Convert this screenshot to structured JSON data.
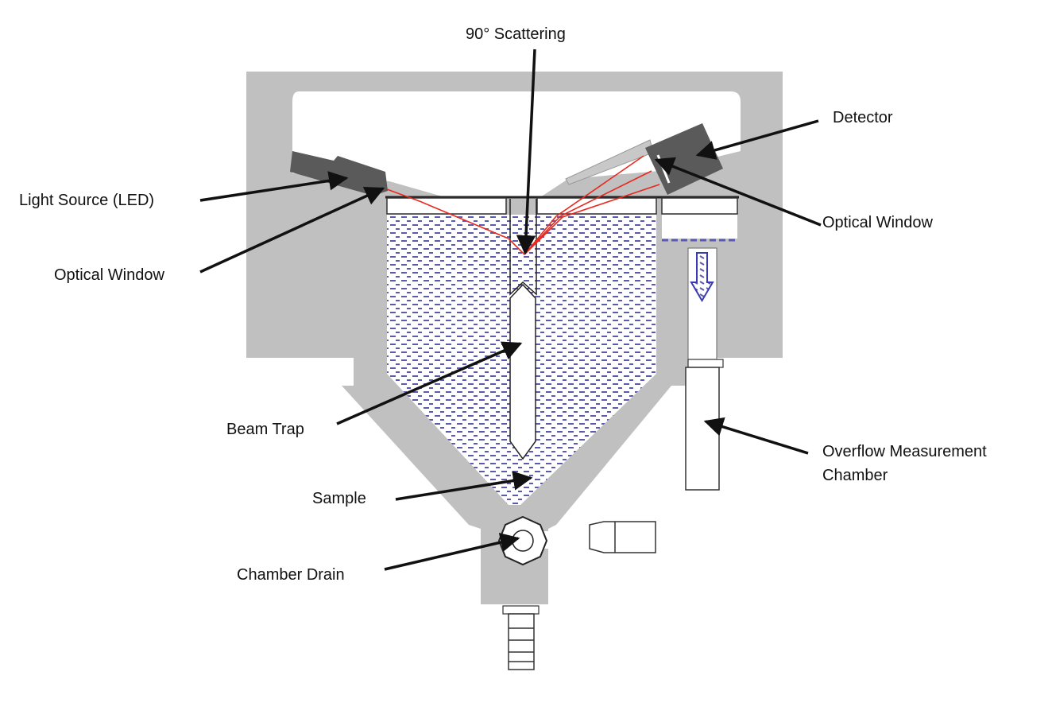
{
  "figure": {
    "title": "Light-scattering sample chamber cross-section",
    "colors": {
      "housing": "#c0c0c0",
      "cavity": "#ffffff",
      "component_dark": "#5a5a5a",
      "sample_dash": "#5a5ab0",
      "beam": "#e8281e",
      "arrow": "#111111",
      "outline": "#333333"
    }
  },
  "labels": {
    "scattering": "90° Scattering",
    "detector": "Detector",
    "light_source": "Light Source (LED)",
    "optical_window_left": "Optical Window",
    "optical_window_right": "Optical Window",
    "beam_trap": "Beam Trap",
    "sample": "Sample",
    "chamber_drain": "Chamber Drain",
    "overflow_line1": "Overflow Measurement",
    "overflow_line2": "Chamber"
  }
}
